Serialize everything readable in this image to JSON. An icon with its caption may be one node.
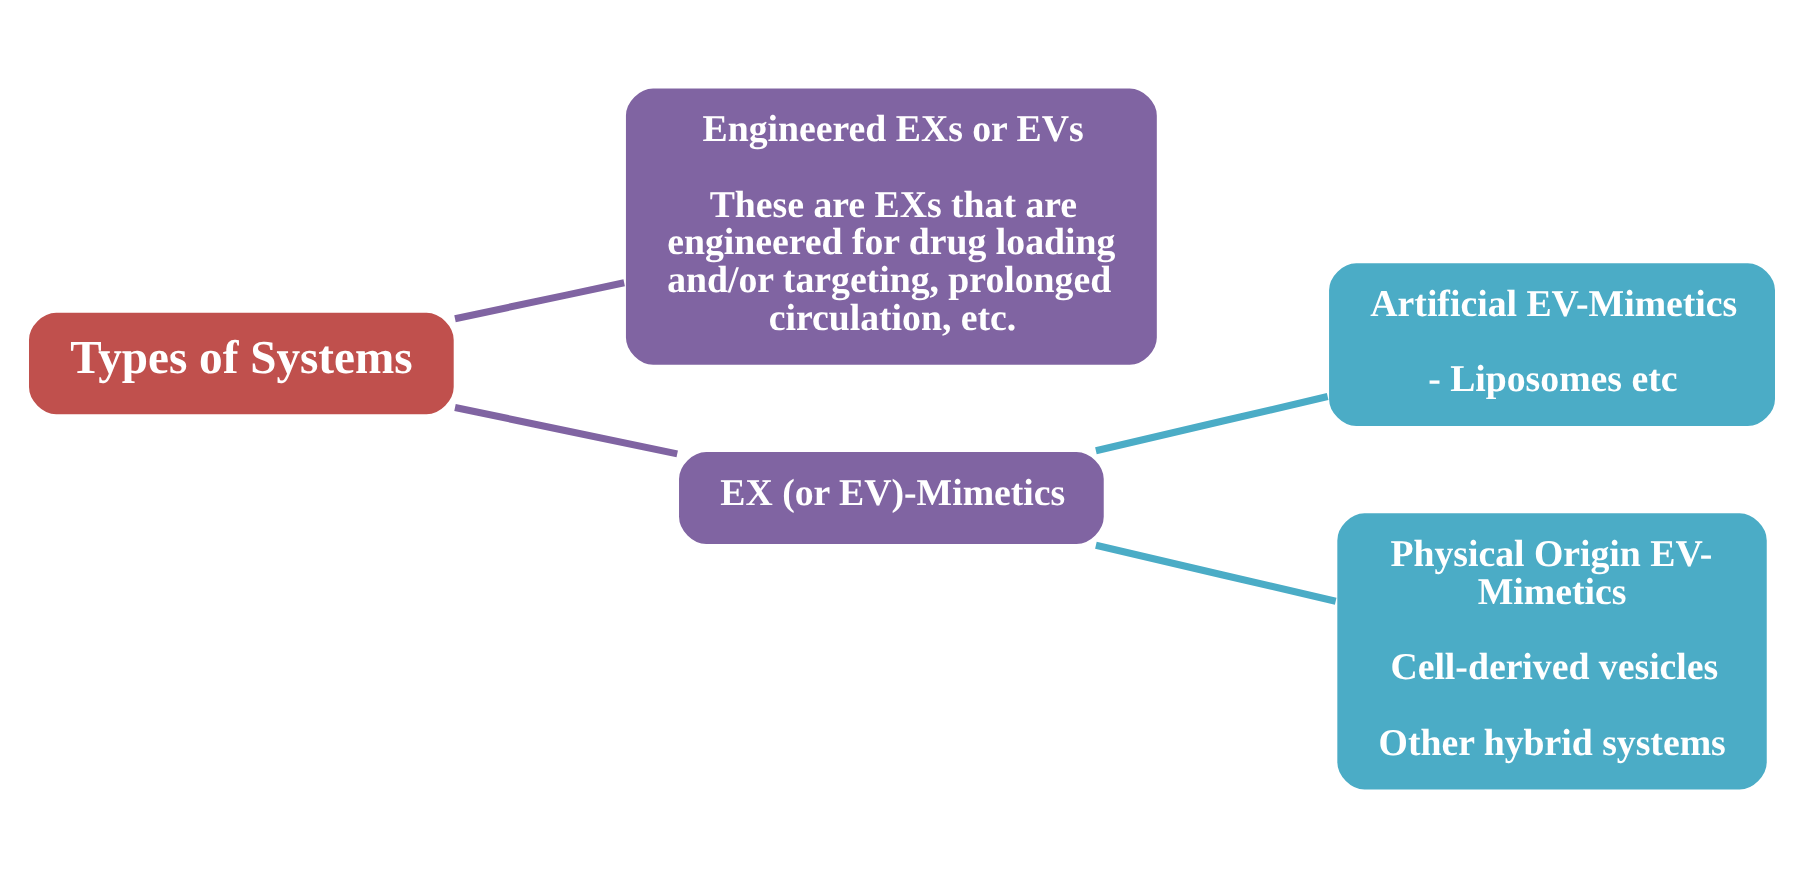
{
  "diagram": {
    "nodes": [
      {
        "text": [
          "Types of Systems"
        ]
      },
      {
        "text": [
          "Engineered EXs or EVs",
          "These are EXs that are engineered for drug loading and/or targeting, prolonged circulation, etc."
        ]
      },
      {
        "text": [
          "EX (or EV)-Mimetics"
        ]
      },
      {
        "text": [
          "Artificial EV-Mimetics",
          "- Liposomes etc"
        ]
      },
      {
        "text": [
          "Physical Origin EV-Mimetics",
          "Cell-derived vesicles",
          "Other hybrid systems"
        ]
      }
    ],
    "edges": [
      {
        "from": 0,
        "to": 1,
        "arrow": "none",
        "color": "#8064a2"
      },
      {
        "from": 0,
        "to": 2,
        "arrow": "none",
        "color": "#8064a2"
      },
      {
        "from": 2,
        "to": 3,
        "arrow": "none",
        "color": "#4bacc6"
      },
      {
        "from": 2,
        "to": 4,
        "arrow": "none",
        "color": "#4bacc6"
      }
    ]
  }
}
